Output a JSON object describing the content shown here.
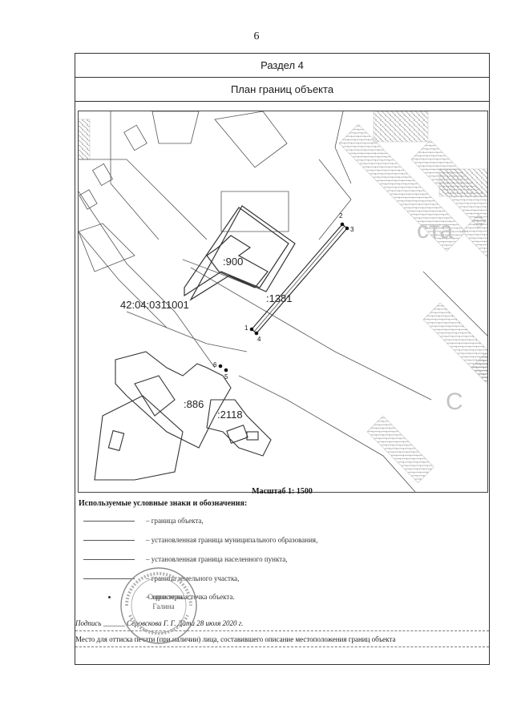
{
  "page_number": "6",
  "section_label": "Раздел 4",
  "plan_title": "План границ объекта",
  "map": {
    "labels": {
      "parcel_900": ":900",
      "quarter": "42:04:0311001",
      "parcel_1381": ":1381",
      "parcel_886": ":886",
      "parcel_2118": ":2118",
      "street_text_1": "ста",
      "street_text_2": "С"
    },
    "points": [
      "2",
      "3",
      "1",
      "4",
      "6",
      "5"
    ]
  },
  "scale": "Масштаб 1: 1500",
  "legend": {
    "heading": "Используемые условные знаки и обозначения:",
    "items": [
      "– граница объекта,",
      "– установленная граница муниципального образования,",
      "– установленная граница населенного пункта,",
      "– граница земельного участка,",
      "– характерная точка объекта."
    ]
  },
  "signature_line": "Подпись ______ Серовскова Г. Г. Дата 28 июля 2020 г.",
  "place_line": "Место для оттиска печати (при наличии) лица, составившего описание местоположения границ объекта",
  "stamp_text": {
    "line1": "Серовскова",
    "line2": "Галина"
  }
}
